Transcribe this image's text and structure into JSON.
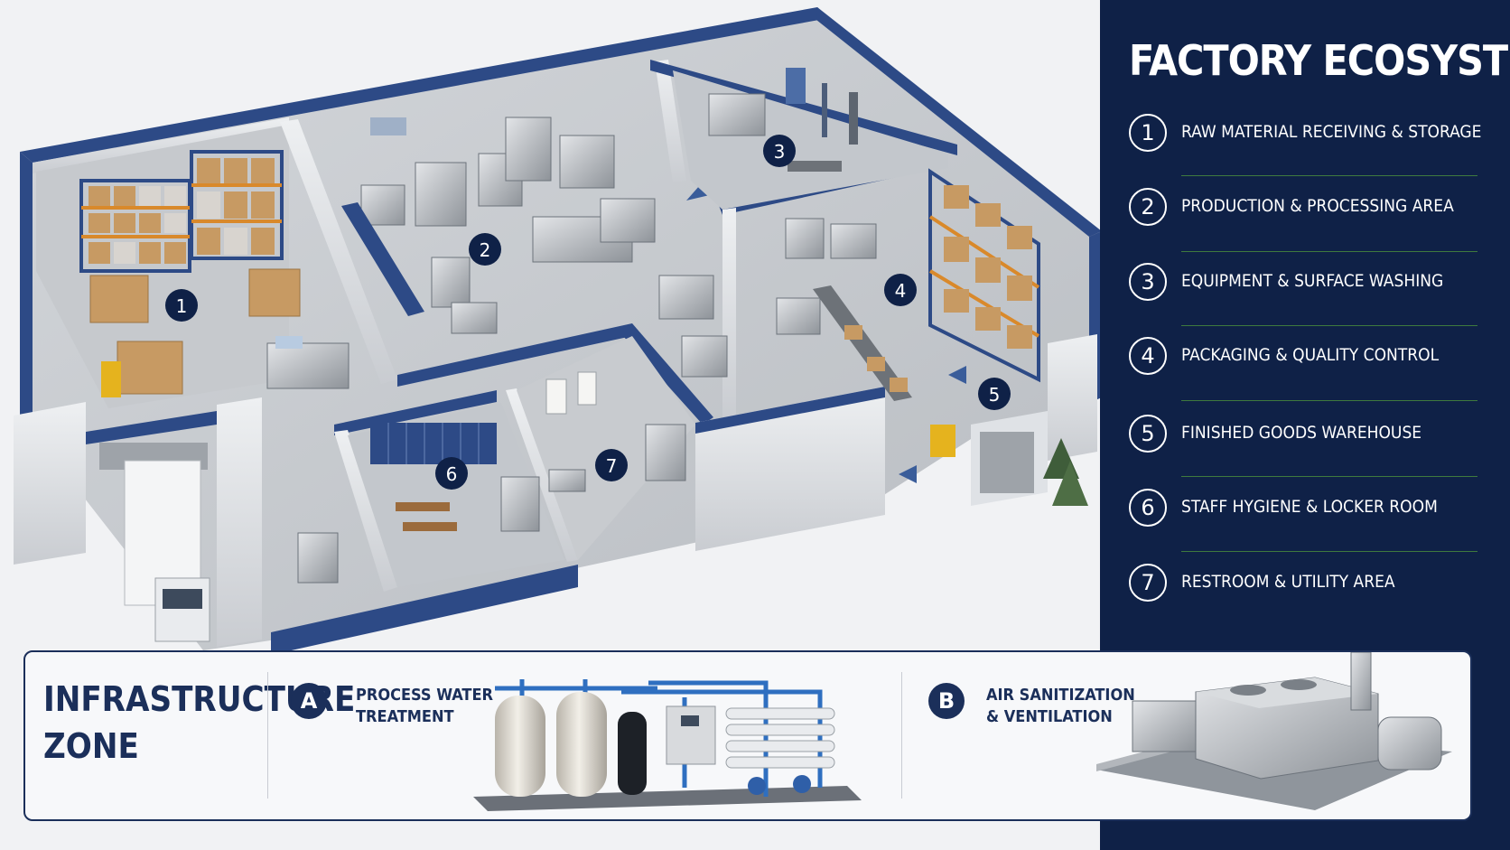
{
  "legend": {
    "title": "FACTORY ECOSYSTEM",
    "items": [
      {
        "num": "1",
        "label": "RAW MATERIAL RECEIVING & STORAGE"
      },
      {
        "num": "2",
        "label": "PRODUCTION & PROCESSING AREA"
      },
      {
        "num": "3",
        "label": "EQUIPMENT & SURFACE WASHING"
      },
      {
        "num": "4",
        "label": "PACKAGING & QUALITY CONTROL"
      },
      {
        "num": "5",
        "label": "FINISHED GOODS WAREHOUSE"
      },
      {
        "num": "6",
        "label": "STAFF HYGIENE & LOCKER ROOM"
      },
      {
        "num": "7",
        "label": "RESTROOM & UTILITY AREA"
      }
    ]
  },
  "map_markers": [
    "1",
    "2",
    "3",
    "4",
    "5",
    "6",
    "7"
  ],
  "infrastructure": {
    "title": "INFRASTRUCTURE ZONE",
    "zones": [
      {
        "badge": "A",
        "label": "PROCESS WATER TREATMENT"
      },
      {
        "badge": "B",
        "label": "AIR SANITIZATION & VENTILATION"
      }
    ]
  },
  "colors": {
    "navy": "#0f2147",
    "wall_trim": "#2d4a86",
    "floor": "#c9ccd0",
    "wall": "#e4e6e9",
    "rack": "#d9892b",
    "box": "#c79a63",
    "divider": "#3f7a3e"
  }
}
